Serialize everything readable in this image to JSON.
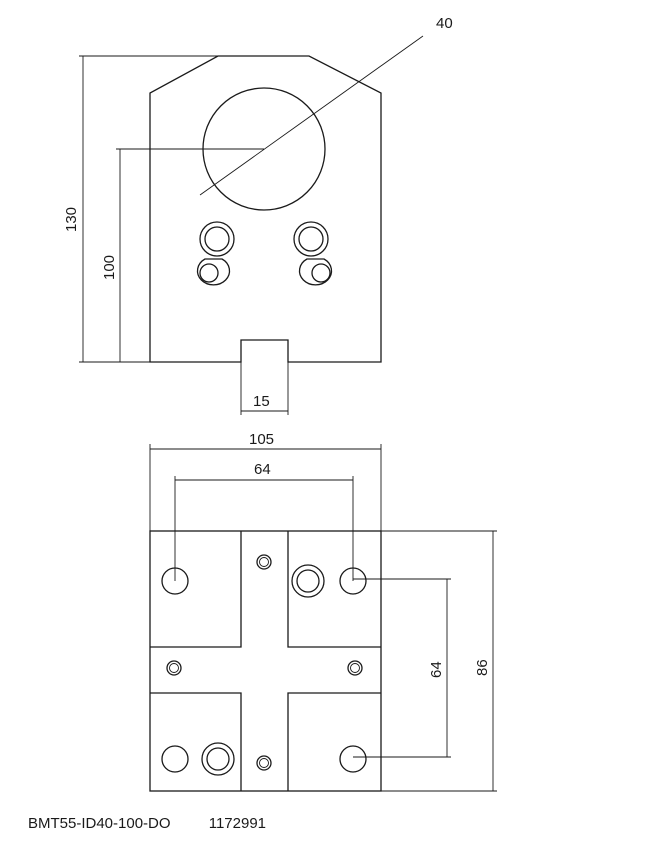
{
  "dimensions": {
    "top_view": {
      "bore_diameter": "40",
      "overall_height": "130",
      "bore_center_height": "100",
      "slot_width": "15"
    },
    "bottom_view": {
      "overall_width": "105",
      "hole_spacing_horizontal": "64",
      "hole_spacing_vertical": "64",
      "overall_depth": "86"
    }
  },
  "caption": {
    "part_code": "BMT55-ID40-100-DO",
    "part_number": "1172991"
  }
}
